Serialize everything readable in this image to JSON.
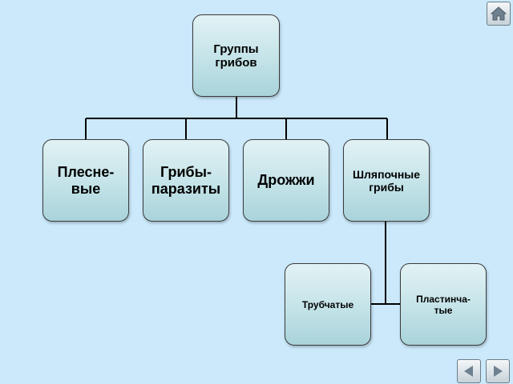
{
  "diagram": {
    "root": {
      "label": "Группы\nгрибов"
    },
    "categories": [
      {
        "label": "Плесне-\nвые"
      },
      {
        "label": "Грибы-\nпаразиты"
      },
      {
        "label": "Дрожжи"
      },
      {
        "label": "Шляпочные\nгрибы"
      }
    ],
    "subtypes": [
      {
        "label": "Трубчатые"
      },
      {
        "label": "Пластинча-\nтые"
      }
    ]
  },
  "navigation": {
    "home_icon": "home-icon",
    "prev_icon": "arrow-left-icon",
    "next_icon": "arrow-right-icon"
  }
}
